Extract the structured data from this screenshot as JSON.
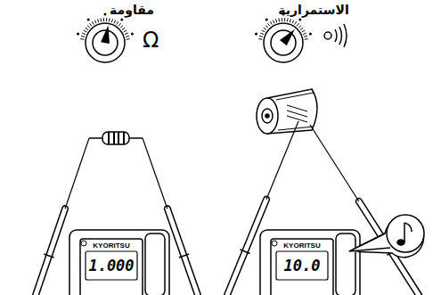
{
  "diagram": {
    "labels": [
      "مقاومة",
      "الاستمرارية",
      "Ω",
      "KYORITSU",
      "1.000",
      "KYORITSU",
      "10.0"
    ]
  }
}
